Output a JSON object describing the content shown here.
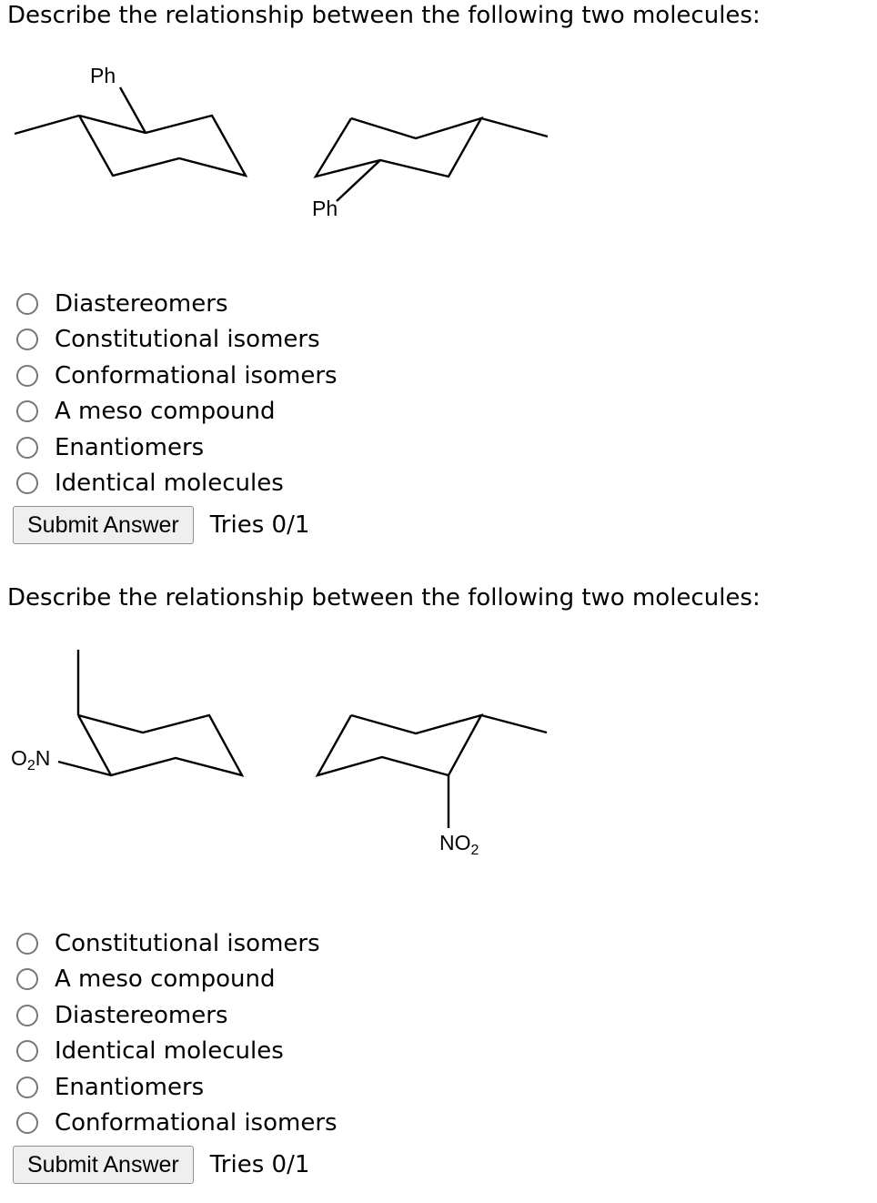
{
  "questions": [
    {
      "prompt": "Describe the relationship between the following two molecules:",
      "molecule_labels": {
        "left_substituent": "Ph",
        "right_substituent": "Ph"
      },
      "choices": [
        "Diastereomers",
        "Constitutional isomers",
        "Conformational isomers",
        "A meso compound",
        "Enantiomers",
        "Identical molecules"
      ],
      "submit_label": "Submit Answer",
      "tries": "Tries 0/1"
    },
    {
      "prompt": "Describe the relationship between the following two molecules:",
      "molecule_labels": {
        "left_substituent": "O",
        "left_substituent_sub": "2",
        "left_substituent_tail": "N",
        "right_substituent": "NO",
        "right_substituent_sub": "2"
      },
      "choices": [
        "Constitutional isomers",
        "A meso compound",
        "Diastereomers",
        "Identical molecules",
        "Enantiomers",
        "Conformational isomers"
      ],
      "submit_label": "Submit Answer",
      "tries": "Tries 0/1"
    }
  ]
}
